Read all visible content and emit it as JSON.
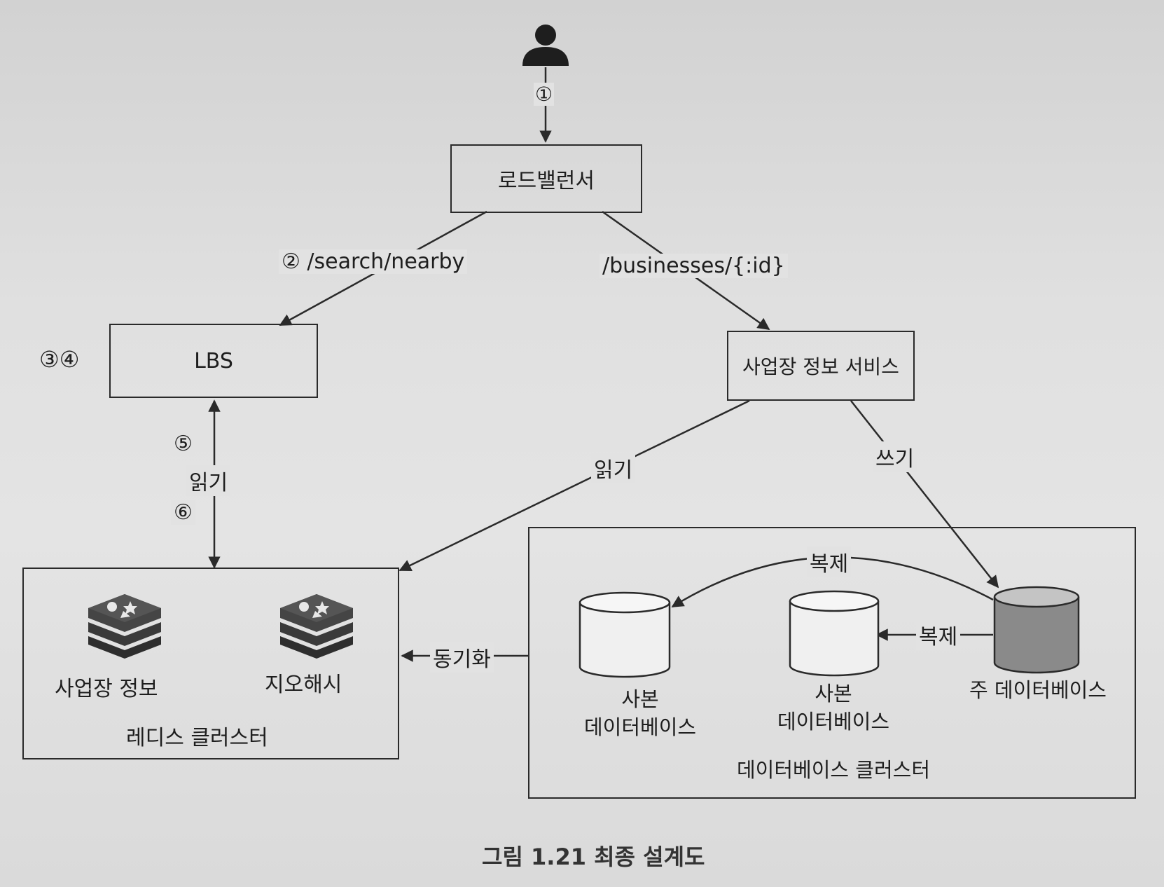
{
  "nodes": {
    "load_balancer": "로드밸런서",
    "lbs": "LBS",
    "business_service": "사업장 정보 서비스",
    "redis_business_info": "사업장 정보",
    "redis_geohash": "지오해시",
    "redis_cluster": "레디스 클러스터",
    "replica_db_1": [
      "사본",
      "데이터베이스"
    ],
    "replica_db_2": [
      "사본",
      "데이터베이스"
    ],
    "primary_db": "주 데이터베이스",
    "db_cluster": "데이터베이스 클러스터"
  },
  "edges": {
    "step1": "①",
    "search_path": "② /search/nearby",
    "businesses_path": "/businesses/{:id}",
    "lbs_steps": "③④",
    "step5": "⑤",
    "read_lbs": "읽기",
    "step6": "⑥",
    "read_service": "읽기",
    "write_service": "쓰기",
    "replicate_1": "복제",
    "replicate_2": "복제",
    "sync": "동기화"
  },
  "caption": "그림 1.21 최종 설계도",
  "colors": {
    "line": "#2a2a2a",
    "primary_db_fill": "#8a8a8a",
    "replica_db_fill": "#f0f0f0",
    "redis_icon": "#3a3a3a"
  }
}
